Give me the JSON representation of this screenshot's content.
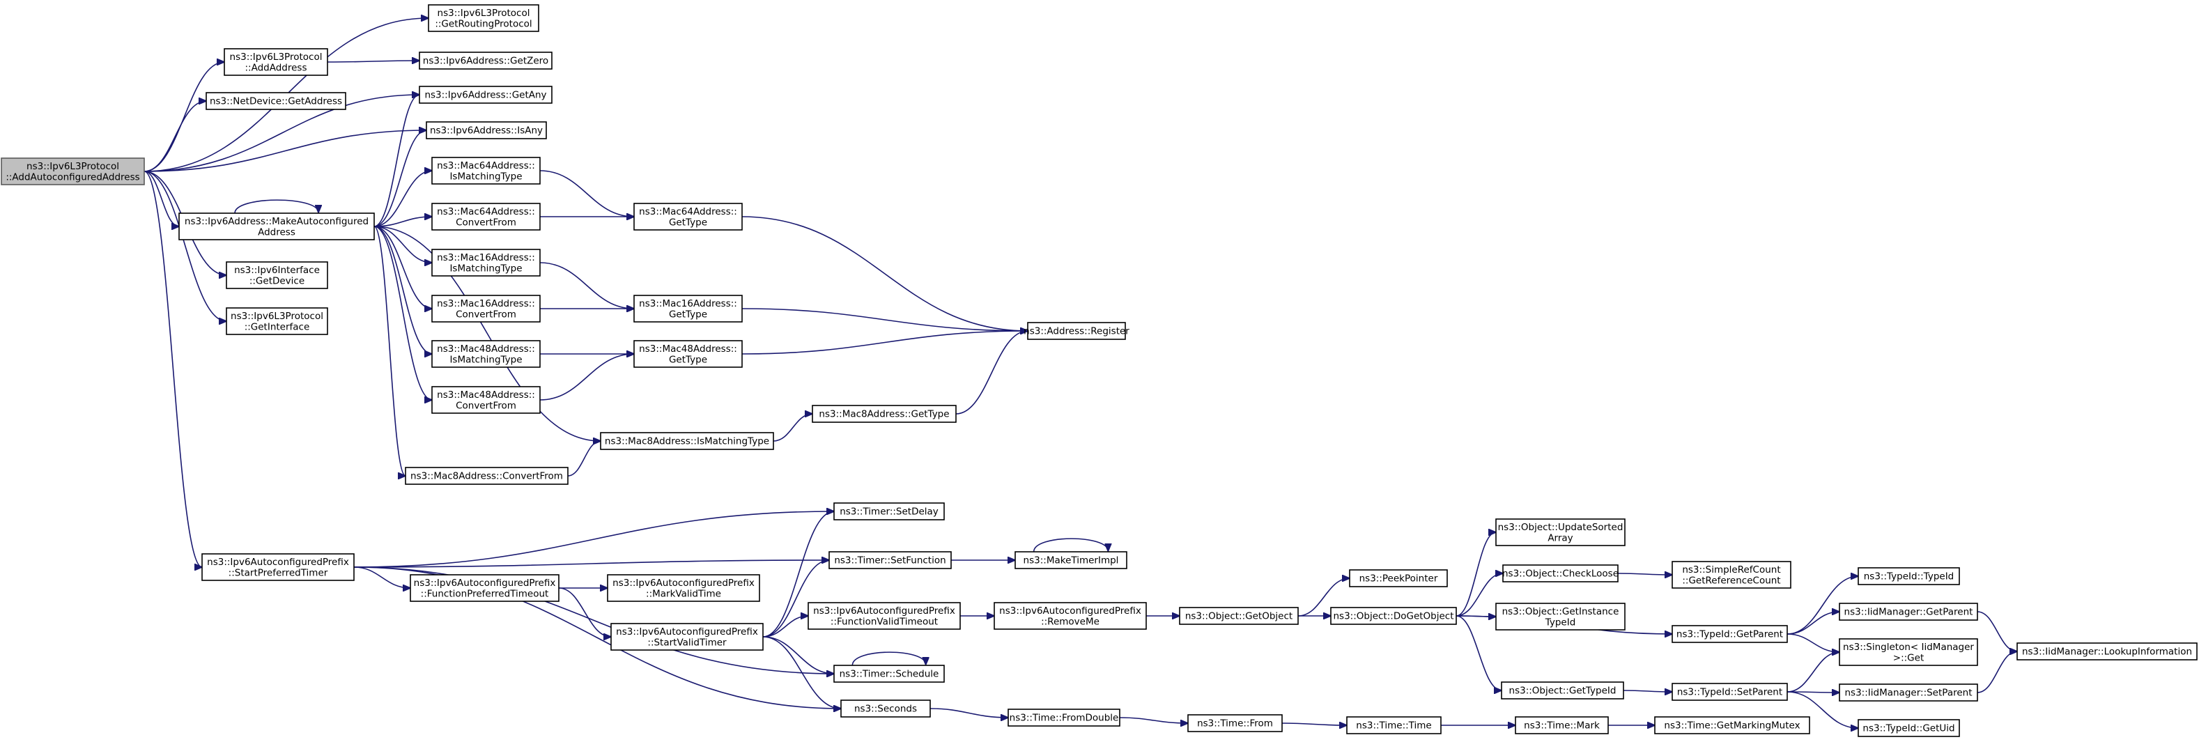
{
  "diagram": {
    "title": "",
    "nodes": [
      {
        "id": "n0",
        "lines": [
          "ns3::Ipv6L3Protocol",
          "::AddAutoconfiguredAddress"
        ],
        "root": true
      },
      {
        "id": "n1",
        "lines": [
          "ns3::Ipv6L3Protocol",
          "::GetRoutingProtocol"
        ]
      },
      {
        "id": "n2",
        "lines": [
          "ns3::Ipv6L3Protocol",
          "::AddAddress"
        ]
      },
      {
        "id": "n3",
        "lines": [
          "ns3::Ipv6Address::GetZero"
        ]
      },
      {
        "id": "n4",
        "lines": [
          "ns3::NetDevice::GetAddress"
        ]
      },
      {
        "id": "n5",
        "lines": [
          "ns3::Ipv6Address::GetAny"
        ]
      },
      {
        "id": "n6",
        "lines": [
          "ns3::Ipv6Address::IsAny"
        ]
      },
      {
        "id": "n7",
        "lines": [
          "ns3::Ipv6Address::MakeAutoconfigured",
          "Address"
        ]
      },
      {
        "id": "n8",
        "lines": [
          "ns3::Mac64Address::",
          "IsMatchingType"
        ]
      },
      {
        "id": "n9",
        "lines": [
          "ns3::Mac64Address::",
          "ConvertFrom"
        ]
      },
      {
        "id": "n10",
        "lines": [
          "ns3::Mac64Address::",
          "GetType"
        ]
      },
      {
        "id": "n11",
        "lines": [
          "ns3::Mac16Address::",
          "IsMatchingType"
        ]
      },
      {
        "id": "n12",
        "lines": [
          "ns3::Mac16Address::",
          "ConvertFrom"
        ]
      },
      {
        "id": "n13",
        "lines": [
          "ns3::Mac16Address::",
          "GetType"
        ]
      },
      {
        "id": "n14",
        "lines": [
          "ns3::Address::Register"
        ]
      },
      {
        "id": "n15",
        "lines": [
          "ns3::Mac48Address::",
          "IsMatchingType"
        ]
      },
      {
        "id": "n16",
        "lines": [
          "ns3::Mac48Address::",
          "GetType"
        ]
      },
      {
        "id": "n17",
        "lines": [
          "ns3::Mac48Address::",
          "ConvertFrom"
        ]
      },
      {
        "id": "n18",
        "lines": [
          "ns3::Mac8Address::GetType"
        ]
      },
      {
        "id": "n19",
        "lines": [
          "ns3::Mac8Address::IsMatchingType"
        ]
      },
      {
        "id": "n20",
        "lines": [
          "ns3::Mac8Address::ConvertFrom"
        ]
      },
      {
        "id": "n21",
        "lines": [
          "ns3::Ipv6Interface",
          "::GetDevice"
        ]
      },
      {
        "id": "n22",
        "lines": [
          "ns3::Ipv6L3Protocol",
          "::GetInterface"
        ]
      },
      {
        "id": "n23",
        "lines": [
          "ns3::Ipv6AutoconfiguredPrefix",
          "::StartPreferredTimer"
        ]
      },
      {
        "id": "n24",
        "lines": [
          "ns3::Timer::SetDelay"
        ]
      },
      {
        "id": "n25",
        "lines": [
          "ns3::Timer::SetFunction"
        ]
      },
      {
        "id": "n26",
        "lines": [
          "ns3::MakeTimerImpl"
        ]
      },
      {
        "id": "n27",
        "lines": [
          "ns3::Ipv6AutoconfiguredPrefix",
          "::FunctionPreferredTimeout"
        ]
      },
      {
        "id": "n28",
        "lines": [
          "ns3::Ipv6AutoconfiguredPrefix",
          "::MarkValidTime"
        ]
      },
      {
        "id": "n29",
        "lines": [
          "ns3::Ipv6AutoconfiguredPrefix",
          "::StartValidTimer"
        ]
      },
      {
        "id": "n30",
        "lines": [
          "ns3::Ipv6AutoconfiguredPrefix",
          "::FunctionValidTimeout"
        ]
      },
      {
        "id": "n31",
        "lines": [
          "ns3::Ipv6AutoconfiguredPrefix",
          "::RemoveMe"
        ]
      },
      {
        "id": "n32",
        "lines": [
          "ns3::Object::GetObject"
        ]
      },
      {
        "id": "n33",
        "lines": [
          "ns3::PeekPointer"
        ]
      },
      {
        "id": "n34",
        "lines": [
          "ns3::Object::DoGetObject"
        ]
      },
      {
        "id": "n35",
        "lines": [
          "ns3::Object::UpdateSorted",
          "Array"
        ]
      },
      {
        "id": "n36",
        "lines": [
          "ns3::Object::CheckLoose"
        ]
      },
      {
        "id": "n37",
        "lines": [
          "ns3::SimpleRefCount",
          "::GetReferenceCount"
        ]
      },
      {
        "id": "n38",
        "lines": [
          "ns3::Object::GetInstance",
          "TypeId"
        ]
      },
      {
        "id": "n39",
        "lines": [
          "ns3::Timer::Schedule"
        ]
      },
      {
        "id": "n40",
        "lines": [
          "ns3::Seconds"
        ]
      },
      {
        "id": "n41",
        "lines": [
          "ns3::Time::FromDouble"
        ]
      },
      {
        "id": "n42",
        "lines": [
          "ns3::Time::From"
        ]
      },
      {
        "id": "n43",
        "lines": [
          "ns3::Time::Time"
        ]
      },
      {
        "id": "n44",
        "lines": [
          "ns3::Time::Mark"
        ]
      },
      {
        "id": "n45",
        "lines": [
          "ns3::Time::GetMarkingMutex"
        ]
      },
      {
        "id": "n46",
        "lines": [
          "ns3::Object::GetTypeId"
        ]
      },
      {
        "id": "n47",
        "lines": [
          "ns3::TypeId::GetParent"
        ]
      },
      {
        "id": "n48",
        "lines": [
          "ns3::TypeId::SetParent"
        ]
      },
      {
        "id": "n49",
        "lines": [
          "ns3::TypeId::TypeId"
        ]
      },
      {
        "id": "n50",
        "lines": [
          "ns3::IidManager::GetParent"
        ]
      },
      {
        "id": "n51",
        "lines": [
          "ns3::Singleton< IidManager",
          " >::Get"
        ]
      },
      {
        "id": "n52",
        "lines": [
          "ns3::IidManager::SetParent"
        ]
      },
      {
        "id": "n53",
        "lines": [
          "ns3::TypeId::GetUid"
        ]
      },
      {
        "id": "n54",
        "lines": [
          "ns3::IidManager::LookupInformation"
        ]
      }
    ],
    "edges": [
      [
        "n0",
        "n1"
      ],
      [
        "n0",
        "n2"
      ],
      [
        "n0",
        "n4"
      ],
      [
        "n0",
        "n5"
      ],
      [
        "n0",
        "n6"
      ],
      [
        "n0",
        "n7"
      ],
      [
        "n0",
        "n21"
      ],
      [
        "n0",
        "n22"
      ],
      [
        "n0",
        "n23"
      ],
      [
        "n2",
        "n3"
      ],
      [
        "n7",
        "n7"
      ],
      [
        "n7",
        "n5"
      ],
      [
        "n7",
        "n6"
      ],
      [
        "n7",
        "n8"
      ],
      [
        "n7",
        "n9"
      ],
      [
        "n7",
        "n11"
      ],
      [
        "n7",
        "n12"
      ],
      [
        "n7",
        "n15"
      ],
      [
        "n7",
        "n17"
      ],
      [
        "n7",
        "n19"
      ],
      [
        "n7",
        "n20"
      ],
      [
        "n8",
        "n10"
      ],
      [
        "n9",
        "n10"
      ],
      [
        "n10",
        "n14"
      ],
      [
        "n11",
        "n13"
      ],
      [
        "n12",
        "n13"
      ],
      [
        "n13",
        "n14"
      ],
      [
        "n15",
        "n16"
      ],
      [
        "n17",
        "n16"
      ],
      [
        "n16",
        "n14"
      ],
      [
        "n19",
        "n18"
      ],
      [
        "n20",
        "n19"
      ],
      [
        "n18",
        "n14"
      ],
      [
        "n23",
        "n24"
      ],
      [
        "n23",
        "n25"
      ],
      [
        "n23",
        "n27"
      ],
      [
        "n23",
        "n39"
      ],
      [
        "n23",
        "n40"
      ],
      [
        "n25",
        "n26"
      ],
      [
        "n26",
        "n26"
      ],
      [
        "n27",
        "n28"
      ],
      [
        "n27",
        "n29"
      ],
      [
        "n29",
        "n24"
      ],
      [
        "n29",
        "n25"
      ],
      [
        "n29",
        "n30"
      ],
      [
        "n29",
        "n39"
      ],
      [
        "n29",
        "n40"
      ],
      [
        "n30",
        "n31"
      ],
      [
        "n31",
        "n32"
      ],
      [
        "n32",
        "n33"
      ],
      [
        "n32",
        "n34"
      ],
      [
        "n34",
        "n35"
      ],
      [
        "n34",
        "n36"
      ],
      [
        "n34",
        "n38"
      ],
      [
        "n34",
        "n46"
      ],
      [
        "n34",
        "n47"
      ],
      [
        "n36",
        "n37"
      ],
      [
        "n39",
        "n39"
      ],
      [
        "n40",
        "n41"
      ],
      [
        "n41",
        "n42"
      ],
      [
        "n42",
        "n43"
      ],
      [
        "n43",
        "n44"
      ],
      [
        "n44",
        "n45"
      ],
      [
        "n46",
        "n48"
      ],
      [
        "n47",
        "n49"
      ],
      [
        "n47",
        "n50"
      ],
      [
        "n47",
        "n51"
      ],
      [
        "n48",
        "n51"
      ],
      [
        "n48",
        "n52"
      ],
      [
        "n48",
        "n53"
      ],
      [
        "n50",
        "n54"
      ],
      [
        "n52",
        "n54"
      ]
    ]
  }
}
